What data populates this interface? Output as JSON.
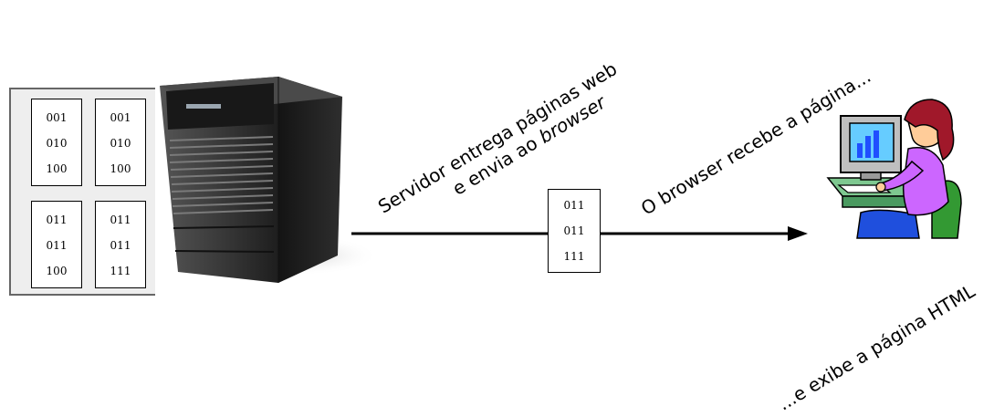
{
  "server_files": [
    {
      "lines": [
        "001",
        "010",
        "100"
      ]
    },
    {
      "lines": [
        "001",
        "010",
        "100"
      ]
    },
    {
      "lines": [
        "011",
        "011",
        "100"
      ]
    },
    {
      "lines": [
        "011",
        "011",
        "111"
      ]
    }
  ],
  "transit_packet": {
    "lines": [
      "011",
      "011",
      "111"
    ]
  },
  "labels": {
    "server_line1": "Servidor entrega páginas web",
    "server_line2_prefix": "e envia ao ",
    "server_line2_italic": "browser",
    "browser_receives": "O browser recebe a página...",
    "browser_displays": "...e exibe a página HTML"
  },
  "icons": {
    "server": "server-tower-icon",
    "user": "user-at-computer-icon",
    "arrow": "arrow-right-icon"
  },
  "colors": {
    "panel_bg": "#eeeeee",
    "server_body": "#2b2b2b",
    "user_shirt": "#cc66ff",
    "user_hair": "#a0182a",
    "monitor": "#bfbfbf",
    "screen": "#66ccff"
  }
}
